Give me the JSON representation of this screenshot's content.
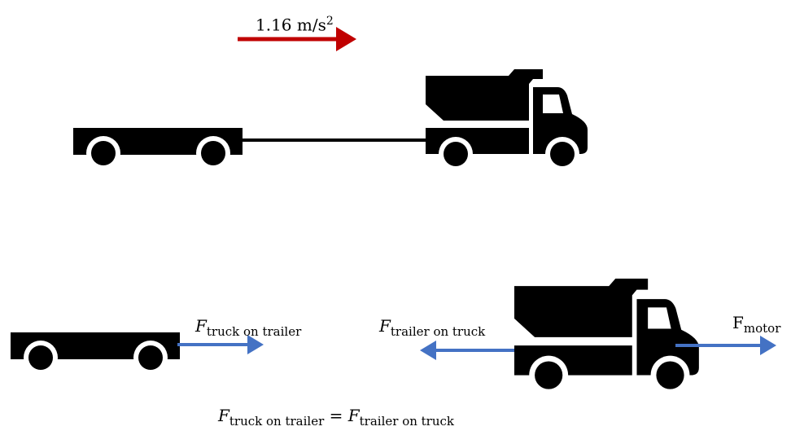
{
  "acceleration": {
    "value": "1.16",
    "unit": "m/s",
    "exponent": "2",
    "arrow_color": "#c00000"
  },
  "force_color": "#4472c4",
  "labels": {
    "truck_on_trailer": {
      "symbol": "F",
      "subscript": "truck on trailer"
    },
    "trailer_on_truck": {
      "symbol": "F",
      "subscript": "trailer on truck"
    },
    "motor": {
      "symbol": "F",
      "subscript": "motor"
    }
  },
  "equation": {
    "left": {
      "symbol": "F",
      "subscript": "truck on trailer"
    },
    "operator": "=",
    "right": {
      "symbol": "F",
      "subscript": "trailer on truck"
    }
  }
}
